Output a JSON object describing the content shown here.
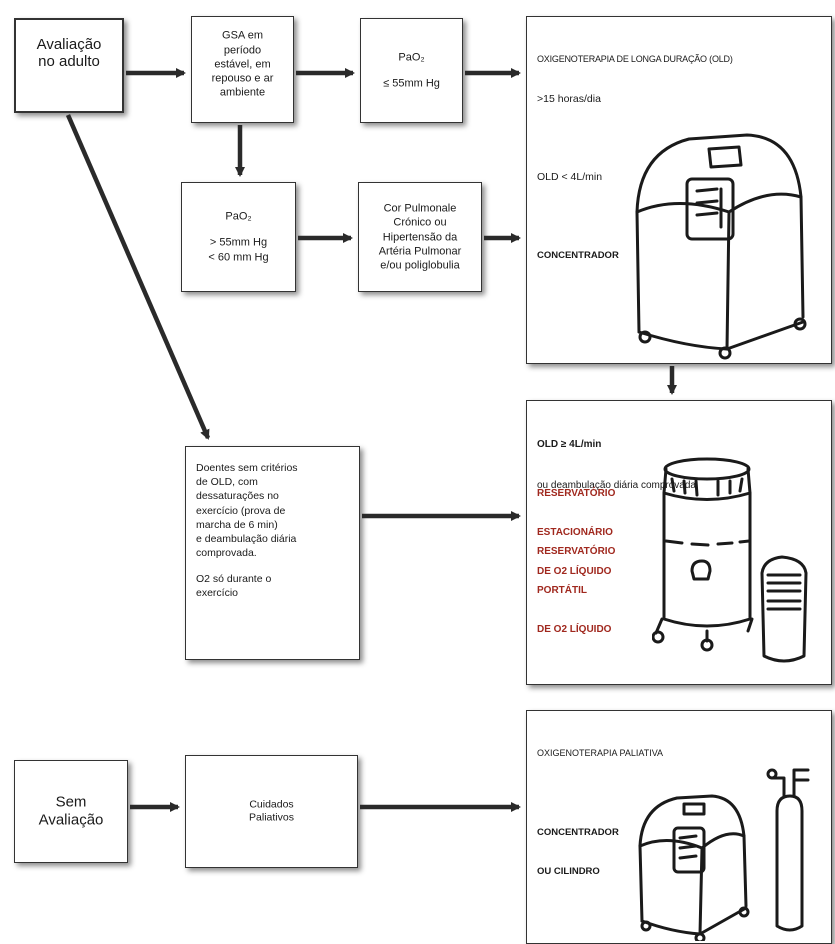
{
  "boxes": {
    "avaliacao": {
      "lines": [
        "Avaliação",
        "no adulto"
      ]
    },
    "gsa": {
      "lines": [
        "GSA em",
        "período",
        "estável, em",
        "repouso e ar",
        "ambiente"
      ]
    },
    "pao2_low": {
      "line1": "PaO₂",
      "line2": "≤ 55mm Hg"
    },
    "pao2_mid": {
      "line1": "PaO₂",
      "line2": "> 55mm Hg",
      "line3": "< 60 mm Hg"
    },
    "cor_pulmonale": {
      "lines": [
        "Cor Pulmonale",
        "Crónico ou",
        "Hipertensão da",
        "Artéria Pulmonar",
        "e/ou poliglobulia"
      ]
    },
    "doentes": {
      "lines": [
        "Doentes sem critérios",
        "de OLD, com",
        "dessaturações no",
        "exercício (prova de",
        "marcha de 6 min)",
        "e deambulação diária",
        "comprovada."
      ],
      "o2_lines": [
        "O2 só durante o",
        "exercício"
      ]
    },
    "sem_avaliacao": {
      "lines": [
        "Sem",
        "Avaliação"
      ]
    },
    "cuidados": {
      "lines": [
        "Cuidados",
        "Paliativos"
      ]
    }
  },
  "right_panels": {
    "old": {
      "title": "OXIGENOTERAPIA DE LONGA DURAÇÃO (OLD)",
      "hours": ">15 horas/dia",
      "flow": "OLD < 4L/min",
      "device": "CONCENTRADOR"
    },
    "deamb": {
      "line1": "OLD ≥ 4L/min",
      "line2": "ou deambulação diária comprovada",
      "res1": [
        "RESERVATÓRIO",
        "ESTACIONÁRIO",
        "DE O2 LÍQUIDO"
      ],
      "res2": [
        "RESERVATÓRIO",
        "PORTÁTIL",
        "DE O2 LÍQUIDO"
      ]
    },
    "paliativa": {
      "title": "OXIGENOTERAPIA PALIATIVA",
      "device": [
        "CONCENTRADOR",
        "OU CILINDRO"
      ]
    }
  },
  "colors": {
    "stroke": "#333333",
    "box_border": "#333333",
    "accent_red": "#a0281e"
  }
}
